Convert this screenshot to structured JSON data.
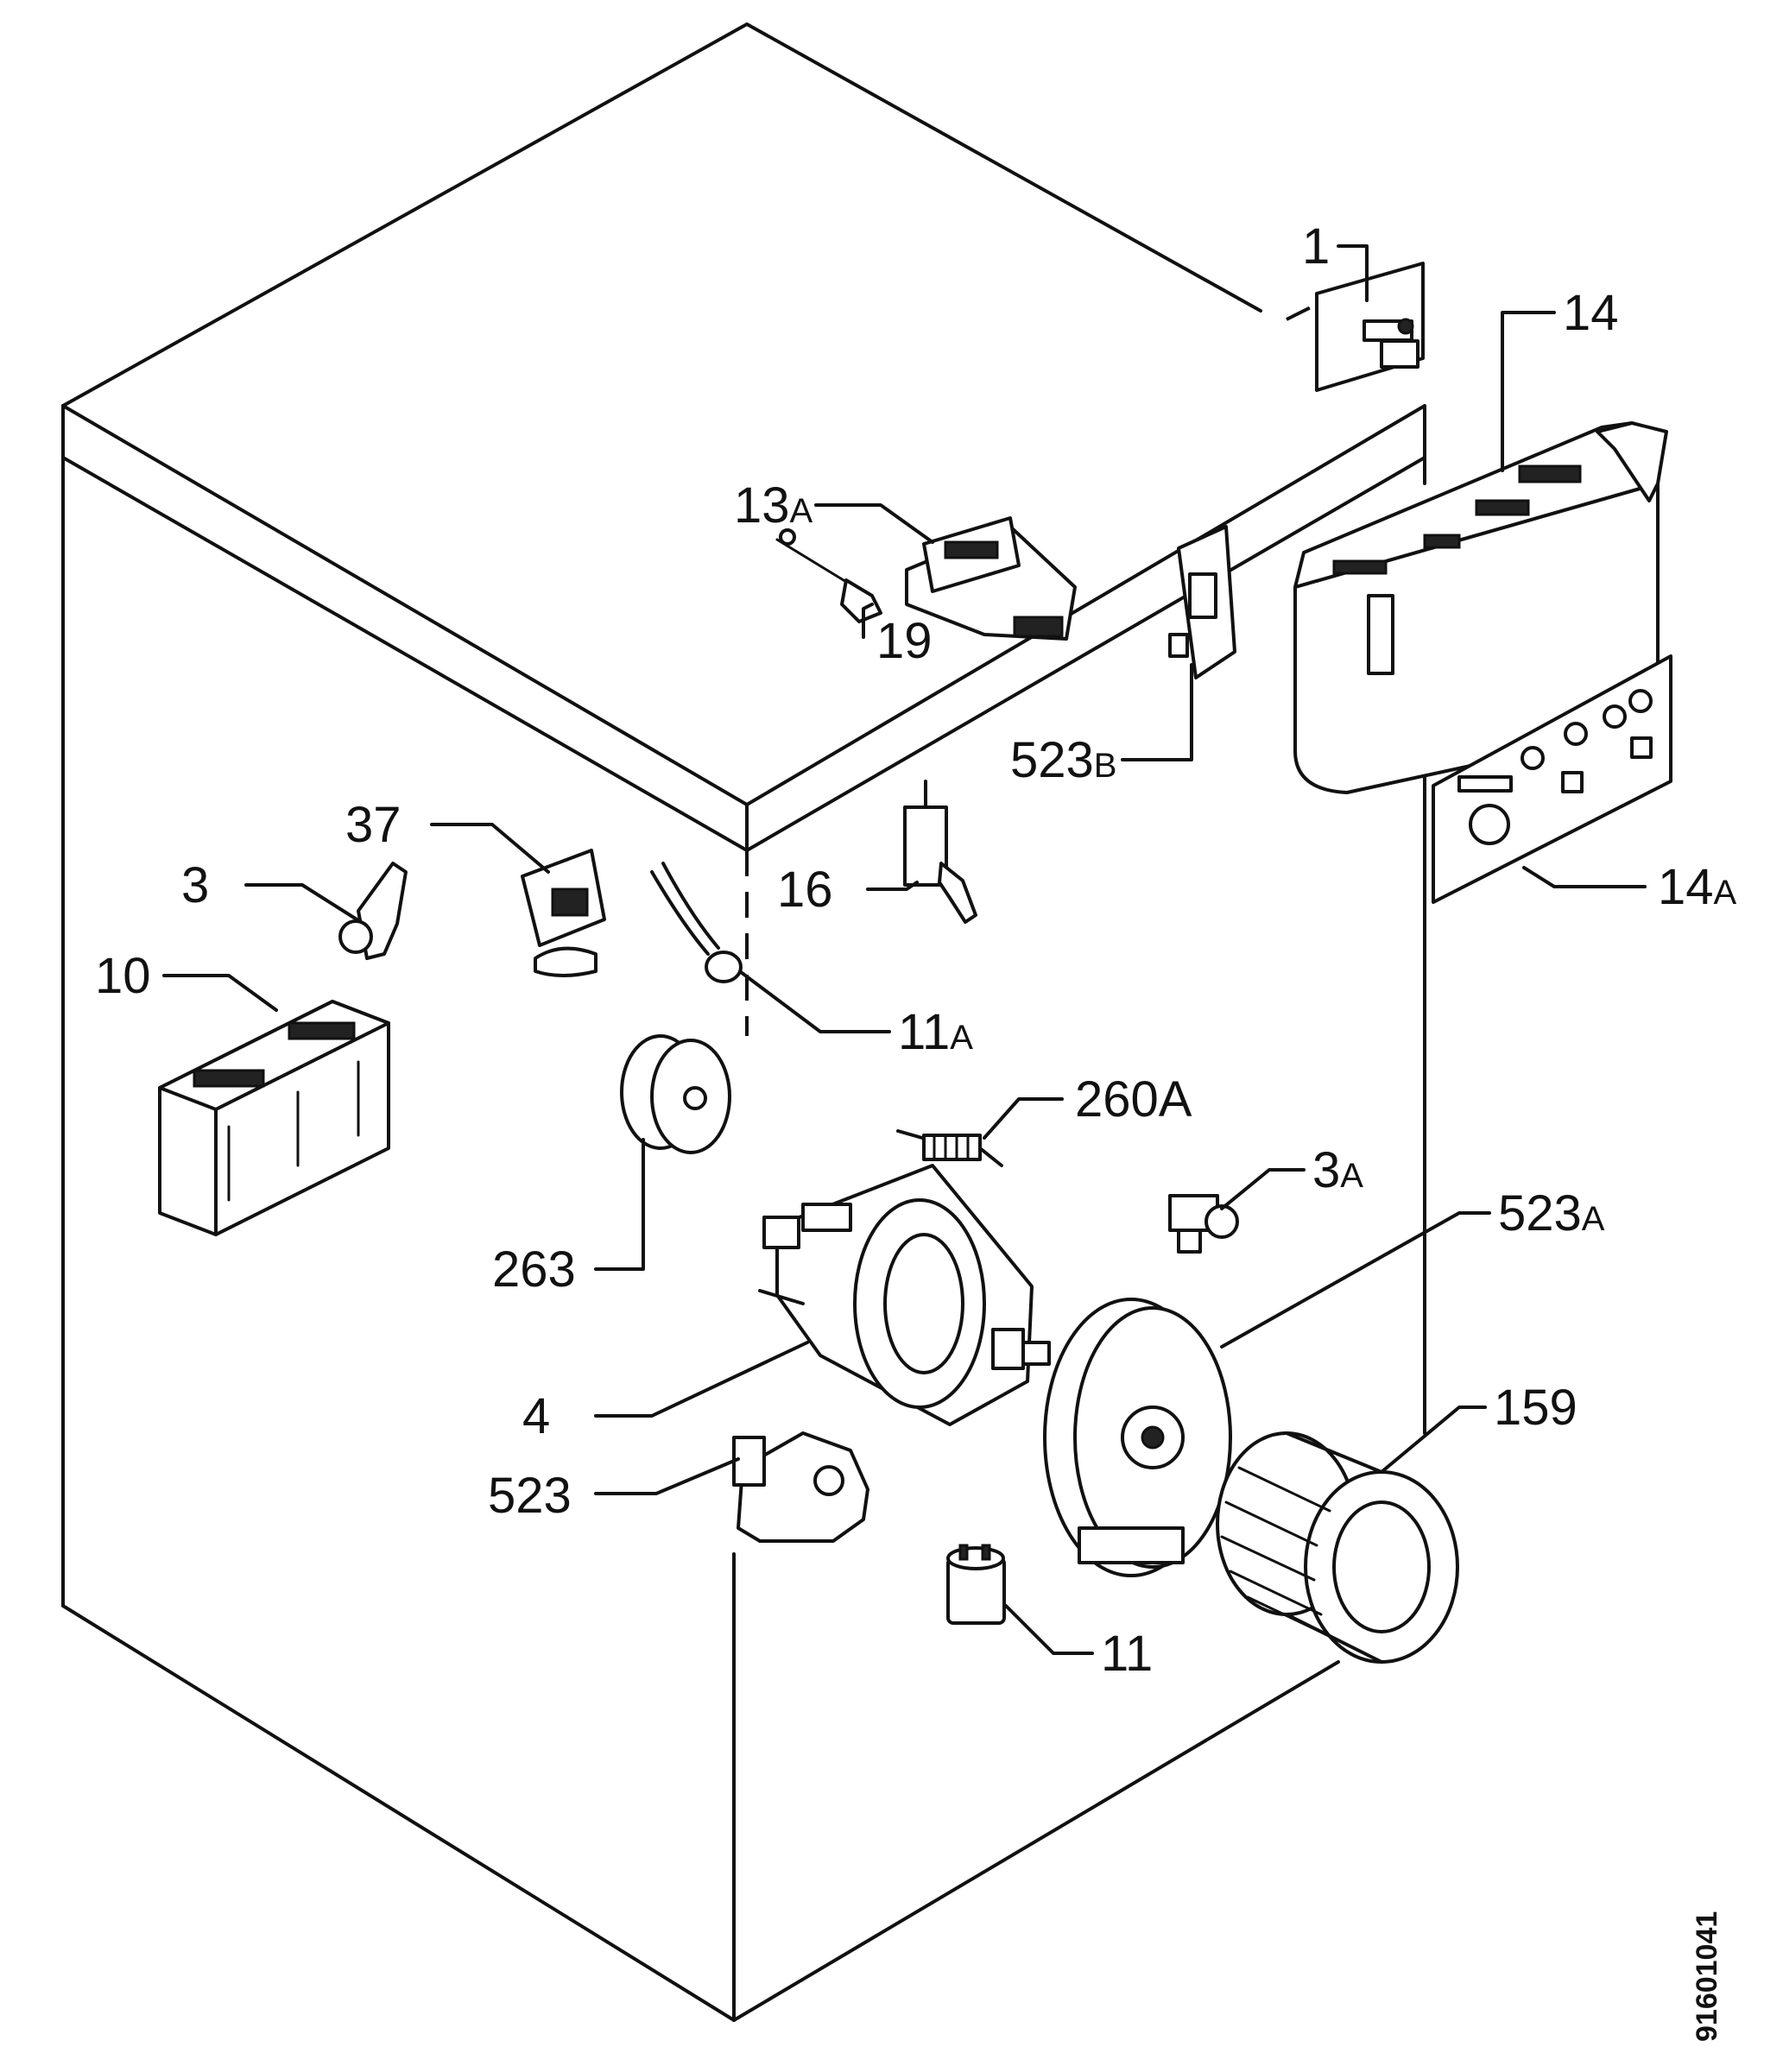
{
  "labels": {
    "l1": "1",
    "l14": "14",
    "l13a_num": "13",
    "l13a_suf": "A",
    "l19": "19",
    "l523b_num": "523",
    "l523b_suf": "B",
    "l37": "37",
    "l3": "3",
    "l16": "16",
    "l14a_num": "14",
    "l14a_suf": "A",
    "l10": "10",
    "l11a_num": "11",
    "l11a_suf": "A",
    "l260a": "260A",
    "l263": "263",
    "l3a_num": "3",
    "l3a_suf": "A",
    "l523a_num": "523",
    "l523a_suf": "A",
    "l4": "4",
    "l159": "159",
    "l523": "523",
    "l11": "11"
  },
  "document_id": "91601041"
}
